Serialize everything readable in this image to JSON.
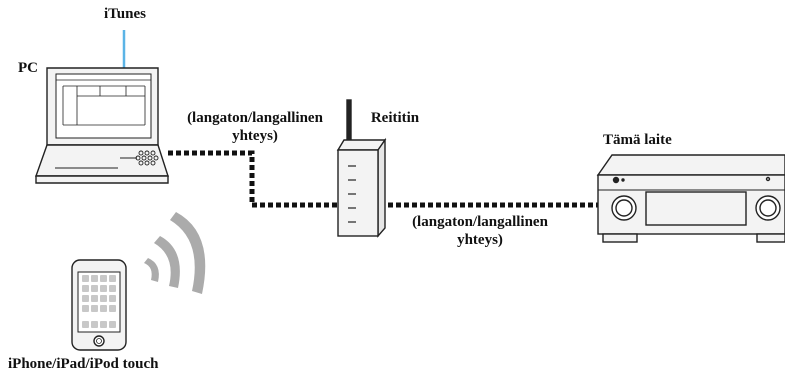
{
  "labels": {
    "itunes": "iTunes",
    "pc": "PC",
    "connection_upper_line1": "(langaton/langallinen",
    "connection_upper_line2": "yhteys)",
    "router": "Reititin",
    "device": "Tämä laite",
    "connection_lower_line1": "(langaton/langallinen",
    "connection_lower_line2": "yhteys)",
    "mobile": "iPhone/iPad/iPod touch"
  },
  "colors": {
    "stroke": "#222222",
    "itunes_line": "#5bb4e6",
    "device_fill": "#f3f3f3",
    "link": "#111111"
  }
}
